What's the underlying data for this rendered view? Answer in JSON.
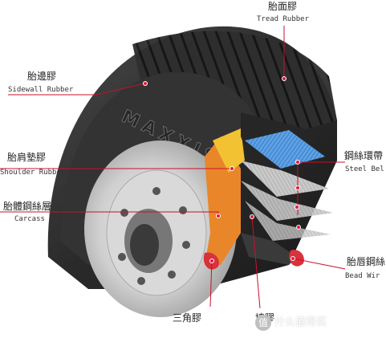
{
  "diagram": {
    "brand_mark": "MAXXIS",
    "labels": {
      "tread_rubber": {
        "zh": "胎面膠",
        "en": "Tread Rubber"
      },
      "sidewall_rubber": {
        "zh": "胎邊膠",
        "en": "Sidewall Rubber"
      },
      "shoulder_rubber": {
        "zh": "胎肩墊膠",
        "en": "Shoulder Rubber"
      },
      "carcass": {
        "zh": "胎體鋼絲層",
        "en": "Carcass"
      },
      "steel_belt": {
        "zh": "鋼絲環帶",
        "en": "Steel Bel"
      },
      "bead_wire": {
        "zh": "胎唇鋼絲",
        "en": "Bead Wir"
      },
      "apex": {
        "zh": "三角膠"
      },
      "filler": {
        "zh": "填膠"
      }
    },
    "watermark": {
      "icon": "值",
      "text": "什么值得买"
    },
    "colors": {
      "leader_line": "#c8102e",
      "marker_dot": "#e8173a",
      "tire_black": "#2b2b2b",
      "steel_blue": "#4a90d9",
      "shoulder_yellow": "#f2c232",
      "carcass_orange": "#e9862a",
      "bead_red": "#d8323c"
    }
  }
}
